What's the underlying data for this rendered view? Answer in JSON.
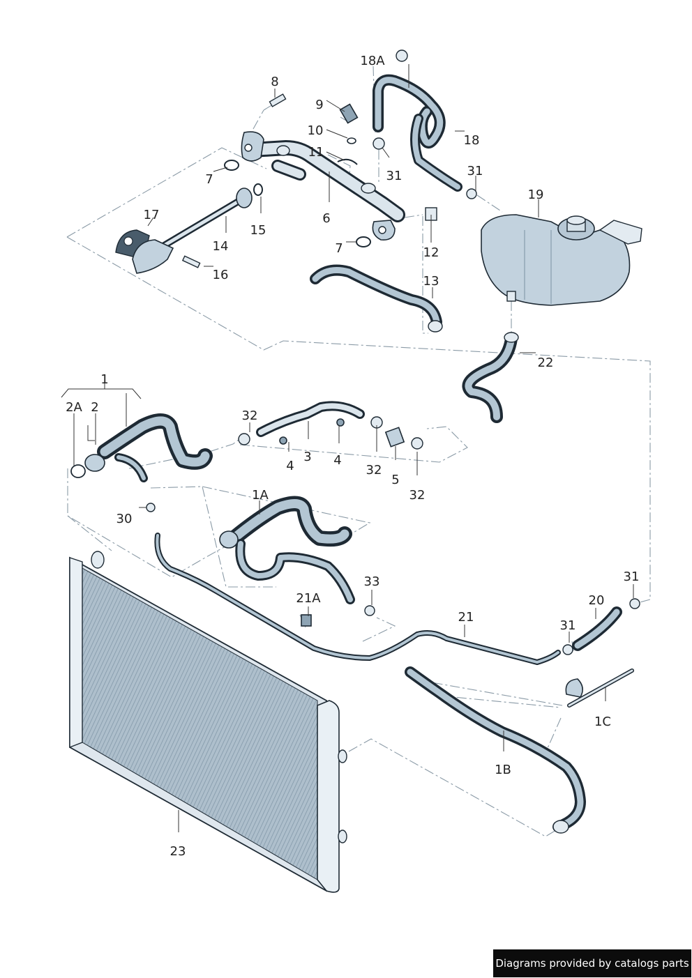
{
  "diagram": {
    "labels": {
      "l1": "1",
      "l1A": "1A",
      "l1B": "1B",
      "l1C": "1C",
      "l2": "2",
      "l2A": "2A",
      "l3": "3",
      "l4a": "4",
      "l4b": "4",
      "l5": "5",
      "l6": "6",
      "l7a": "7",
      "l7b": "7",
      "l8": "8",
      "l9": "9",
      "l10": "10",
      "l11": "11",
      "l12": "12",
      "l13": "13",
      "l14": "14",
      "l15": "15",
      "l16": "16",
      "l17": "17",
      "l18": "18",
      "l18A": "18A",
      "l19": "19",
      "l20": "20",
      "l21": "21",
      "l21A": "21A",
      "l22": "22",
      "l23": "23",
      "l30": "30",
      "l31a": "31",
      "l31b": "31",
      "l31c": "31",
      "l31d": "31",
      "l32a": "32",
      "l32b": "32",
      "l32c": "32",
      "l33": "33"
    }
  },
  "footer": {
    "credit": "Diagrams provided by catalogs parts"
  },
  "colors": {
    "line": "#1e2a34",
    "fill": "#c2d2de",
    "dash": "#8a9aa6",
    "credit_bg": "#0c0c0c"
  }
}
